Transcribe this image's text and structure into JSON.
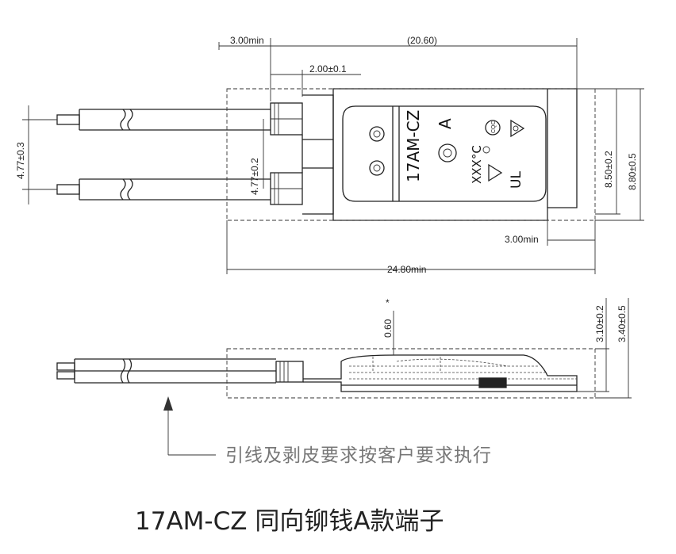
{
  "top_view": {
    "dims": {
      "lead_strip": "3.00min",
      "body_length": "(20.60)",
      "terminal_width": "2.00±0.1",
      "lead_pitch": "4.77±0.3",
      "terminal_pitch": "4.77±0.2",
      "body_width": "8.50±0.2",
      "outer_width": "8.80±0.5",
      "tail_length": "3.00min",
      "overall_length": "24.80min"
    },
    "marking": {
      "model": "17AM-CZ",
      "variant": "A",
      "temp_code": "XXX°C",
      "cqc": "CQC",
      "ul": "UL"
    }
  },
  "side_view": {
    "dims": {
      "gap": "0.60",
      "gap_note": "*",
      "height_inner": "3.10±0.2",
      "height_outer": "3.40±0.5"
    }
  },
  "note": "引线及剥皮要求按客户要求执行",
  "caption": "17AM-CZ 同向铆钱A款端子"
}
